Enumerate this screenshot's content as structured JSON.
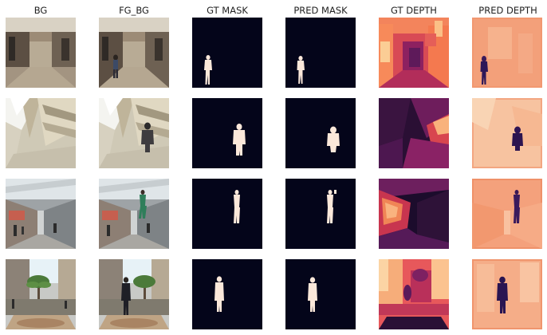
{
  "columns": {
    "bg": "BG",
    "fg_bg": "FG_BG",
    "gt_mask": "GT MASK",
    "pred_mask": "PRED MASK",
    "gt_depth": "GT DEPTH",
    "pred_depth": "PRED DEPTH"
  }
}
